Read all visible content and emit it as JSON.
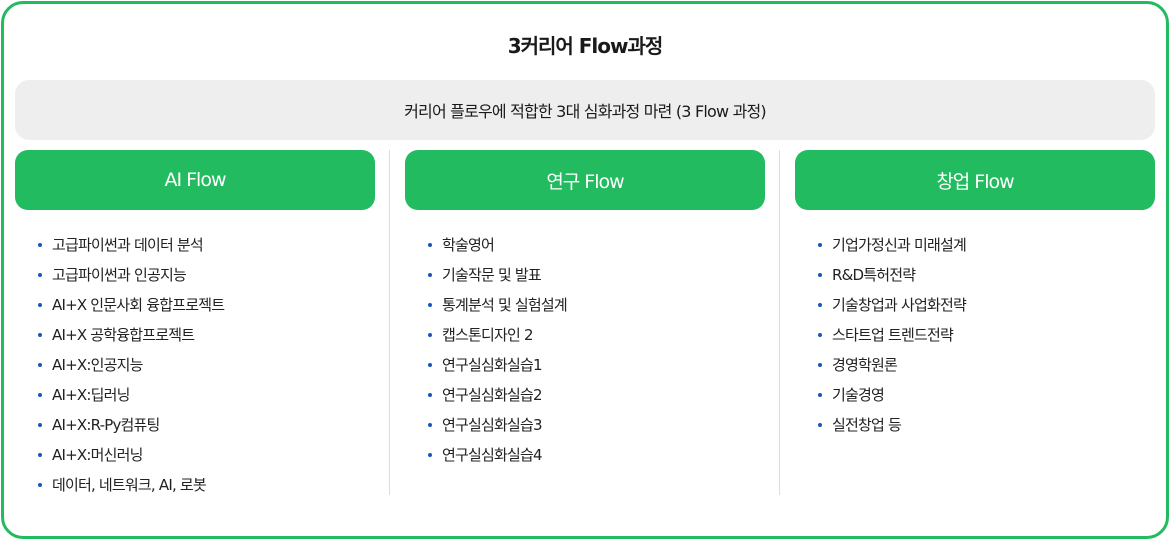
{
  "title": "3커리어 Flow과정",
  "subtitle": "커리어 플로우에 적합한 3대 심화과정 마련 (3 Flow 과정)",
  "colors": {
    "accent_green": "#22bb5f",
    "subtitle_bg": "#eeeeee",
    "bullet_blue": "#1a56b8",
    "divider": "#dddddd"
  },
  "flows": [
    {
      "label": "AI Flow",
      "items": [
        "고급파이썬과 데이터 분석",
        "고급파이썬과 인공지능",
        "AI+X 인문사회 융합프로젝트",
        "AI+X 공학융합프로젝트",
        "AI+X:인공지능",
        "AI+X:딥러닝",
        "AI+X:R-Py컴퓨팅",
        "AI+X:머신러닝",
        "데이터, 네트워크, AI, 로봇"
      ]
    },
    {
      "label": "연구 Flow",
      "items": [
        "학술영어",
        "기술작문 및 발표",
        "통계분석 및 실험설계",
        "캡스톤디자인 2",
        "연구실심화실습1",
        "연구실심화실습2",
        "연구실심화실습3",
        "연구실심화실습4"
      ]
    },
    {
      "label": "창업 Flow",
      "items": [
        "기업가정신과 미래설계",
        "R&D특허전략",
        "기술창업과 사업화전략",
        "스타트업 트렌드전략",
        "경영학원론",
        "기술경영",
        "실전창업 등"
      ]
    }
  ]
}
